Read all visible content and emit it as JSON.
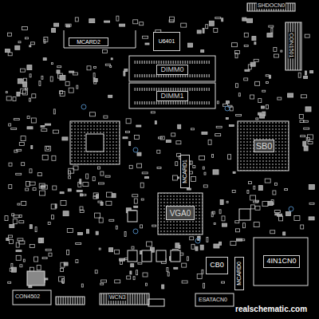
{
  "diagram": {
    "nodes": [
      {
        "text": [
          "MCARD2"
        ]
      },
      {
        "text": [
          "U6401"
        ]
      },
      {
        "text": [
          "DIMM0"
        ]
      },
      {
        "text": [
          "DIMM1"
        ]
      },
      {
        "text": [
          "SB0"
        ]
      },
      {
        "text": [
          "MCARD1"
        ]
      },
      {
        "text": [
          "VGA0"
        ]
      },
      {
        "text": [
          "CB0"
        ]
      },
      {
        "text": [
          "MCARD0"
        ]
      },
      {
        "text": [
          "4IN1CN0"
        ]
      }
    ],
    "labels": [
      "SHDOCN0",
      "CON1501",
      "CON4502",
      "WCN3",
      "ESATACN0",
      "realschematic.com"
    ]
  }
}
